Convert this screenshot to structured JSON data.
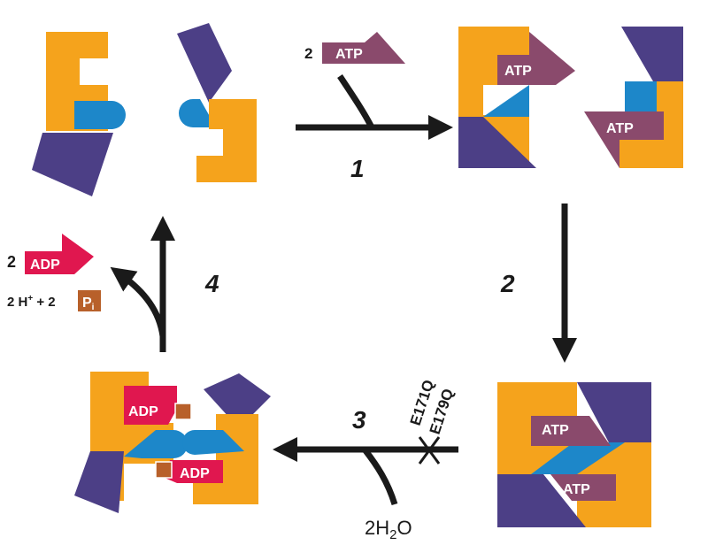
{
  "colors": {
    "orange": "#f5a31c",
    "purple": "#4c3f86",
    "blue": "#1d87c9",
    "atp": "#8a4a6c",
    "adp": "#e0174f",
    "pi": "#b8602a",
    "arrow": "#1a1a1a"
  },
  "steps": {
    "s1": "1",
    "s2": "2",
    "s3": "3",
    "s4": "4"
  },
  "inputs": {
    "atp_count": "2",
    "atp_label": "ATP",
    "water": "2H",
    "water_sub": "2",
    "water_end": "O"
  },
  "outputs": {
    "adp_count": "2",
    "adp_label": "ADP",
    "protons_pi": "2 H",
    "plus_two": " + 2 ",
    "pi_label": "P",
    "pi_sub": "i"
  },
  "mutations": {
    "m1": "E171Q",
    "m2": "E179Q"
  },
  "complex_labels": {
    "top_right_atp_upper": "ATP",
    "top_right_atp_lower": "ATP",
    "bottom_right_atp_upper": "ATP",
    "bottom_right_atp_lower": "ATP",
    "bottom_left_adp_upper": "ADP",
    "bottom_left_adp_lower": "ADP"
  }
}
